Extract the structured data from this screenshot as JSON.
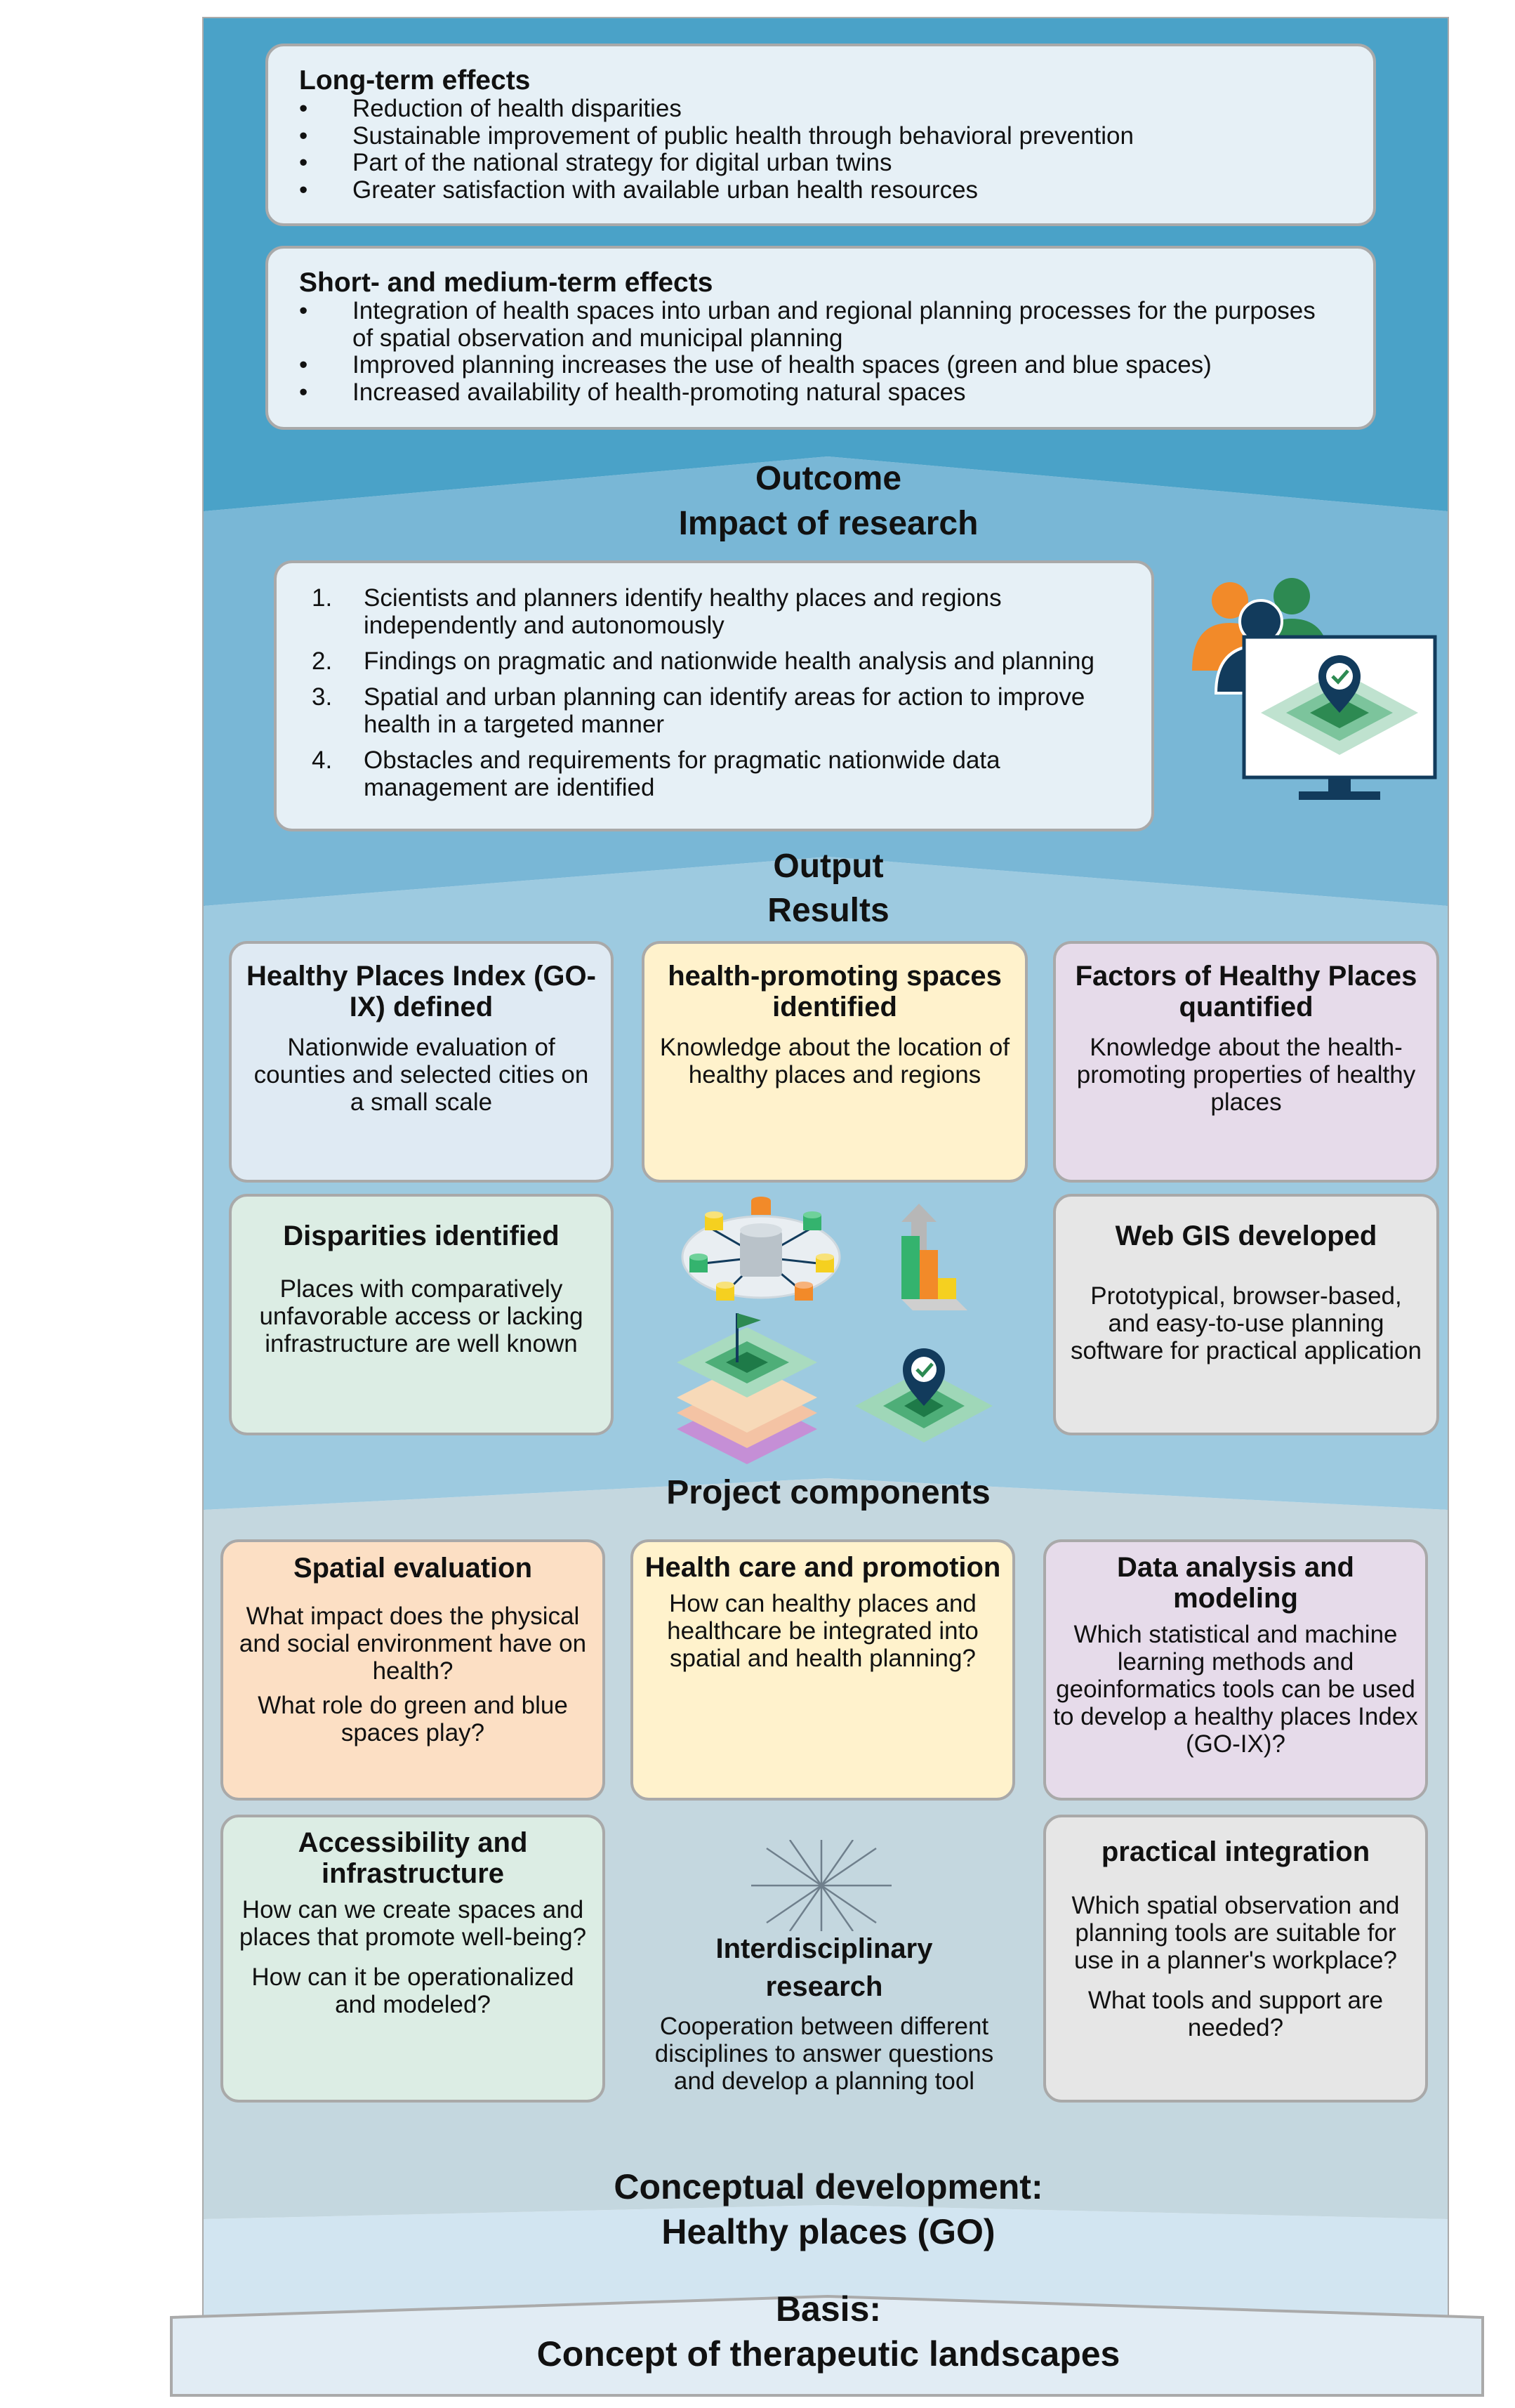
{
  "long_term": {
    "title": "Long-term effects",
    "items": [
      "Reduction of health disparities",
      "Sustainable improvement of public health through behavioral prevention",
      "Part of the national strategy for digital urban twins",
      "Greater satisfaction with available urban health resources"
    ]
  },
  "short_term": {
    "title": "Short- and medium-term effects",
    "items": [
      "Integration of health spaces into urban and regional planning processes for the purposes of spatial observation and municipal planning",
      "Improved planning increases the use of health spaces (green and blue spaces)",
      "Increased availability of health-promoting natural spaces"
    ]
  },
  "outcome": {
    "title": "Outcome",
    "subtitle": "Impact of research",
    "items": [
      {
        "num": "1.",
        "text": "Scientists and planners identify healthy places and regions independently and autonomously"
      },
      {
        "num": "2.",
        "text": "Findings on pragmatic and nationwide health analysis and planning"
      },
      {
        "num": "3.",
        "text": "Spatial and urban planning can identify areas for action to improve health in a targeted manner"
      },
      {
        "num": "4.",
        "text": "Obstacles and requirements for pragmatic nationwide data management are identified"
      }
    ]
  },
  "output": {
    "title": "Output",
    "subtitle": "Results",
    "cards": [
      {
        "title": "Healthy Places Index (GO-IX) defined",
        "text": "Nationwide evaluation of counties and selected cities on a small scale"
      },
      {
        "title": "health-promoting spaces identified",
        "text": "Knowledge about the location of healthy places and regions"
      },
      {
        "title": "Factors of Healthy Places quantified",
        "text": "Knowledge about the health-promoting properties of healthy places"
      },
      {
        "title": "Disparities identified",
        "text": "Places with comparatively unfavorable access or lacking infrastructure are well known"
      },
      {
        "title": "Web GIS developed",
        "text": "Prototypical, browser-based, and easy-to-use planning software for practical application"
      }
    ]
  },
  "components": {
    "title": "Project components",
    "spatial": {
      "title": "Spatial evaluation",
      "q1": "What impact does the physical and social environment have on health?",
      "q2": "What role do green and blue spaces play?"
    },
    "healthcare": {
      "title": "Health care and promotion",
      "q1": "How can healthy places and healthcare be integrated into spatial and health planning?"
    },
    "data": {
      "title": "Data analysis and modeling",
      "q1": "Which statistical and machine learning methods and geoinformatics tools can be used to develop a healthy places Index (GO-IX)?"
    },
    "access": {
      "title": "Accessibility and infrastructure",
      "q1": "How can we create spaces and places that promote well-being?",
      "q2": "How can it be operationalized and modeled?"
    },
    "inter": {
      "title": "Interdisciplinary research",
      "q1": "Cooperation between different disciplines to answer questions and develop a planning tool"
    },
    "practical": {
      "title": "practical integration",
      "q1": "Which spatial observation and planning tools are suitable for use in a planner's workplace?",
      "q2": "What tools and support are needed?"
    }
  },
  "conceptual": {
    "line1": "Conceptual development:",
    "line2": "Healthy places (GO)"
  },
  "basis": {
    "line1": "Basis:",
    "line2": "Concept of therapeutic landscapes"
  },
  "colors": {
    "blue": "#dfeaf3",
    "yellow": "#fff2cc",
    "purple": "#e6dbea",
    "green": "#dcede4",
    "gray": "#e6e6e6",
    "orange": "#fcdfc4",
    "navy": "#123b5c",
    "accent_green": "#2d8a52",
    "accent_orange": "#f28a29"
  }
}
